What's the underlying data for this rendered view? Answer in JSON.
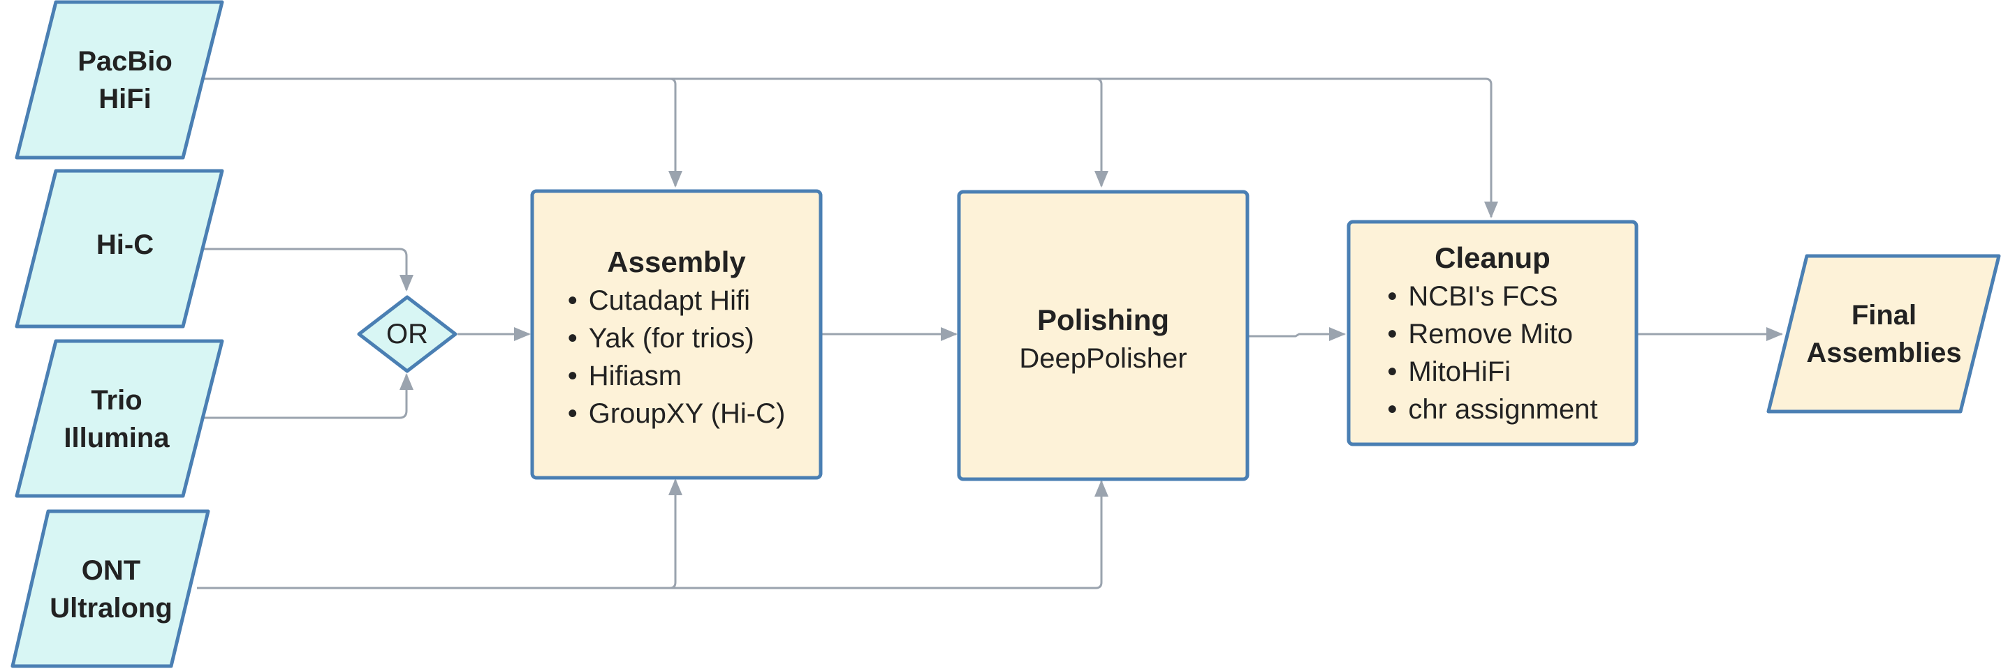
{
  "inputs": {
    "pacbio": [
      "PacBio",
      "HiFi"
    ],
    "hic": [
      "Hi-C"
    ],
    "trio": [
      "Trio",
      "Illumina"
    ],
    "ont": [
      "ONT",
      "Ultralong"
    ]
  },
  "or_gate": "OR",
  "assembly": {
    "title": "Assembly",
    "items": [
      "Cutadapt Hifi",
      "Yak (for trios)",
      "Hifiasm",
      "GroupXY (Hi-C)"
    ]
  },
  "polishing": {
    "title": "Polishing",
    "subtitle": "DeepPolisher"
  },
  "cleanup": {
    "title": "Cleanup",
    "items": [
      "NCBI's FCS",
      "Remove Mito",
      "MitoHiFi",
      "chr assignment"
    ]
  },
  "output": [
    "Final",
    "Assemblies"
  ],
  "colors": {
    "input_fill": "#d8f6f4",
    "process_fill": "#fdf2d8",
    "border": "#4a7fb3",
    "connector": "#9aa3ae"
  }
}
